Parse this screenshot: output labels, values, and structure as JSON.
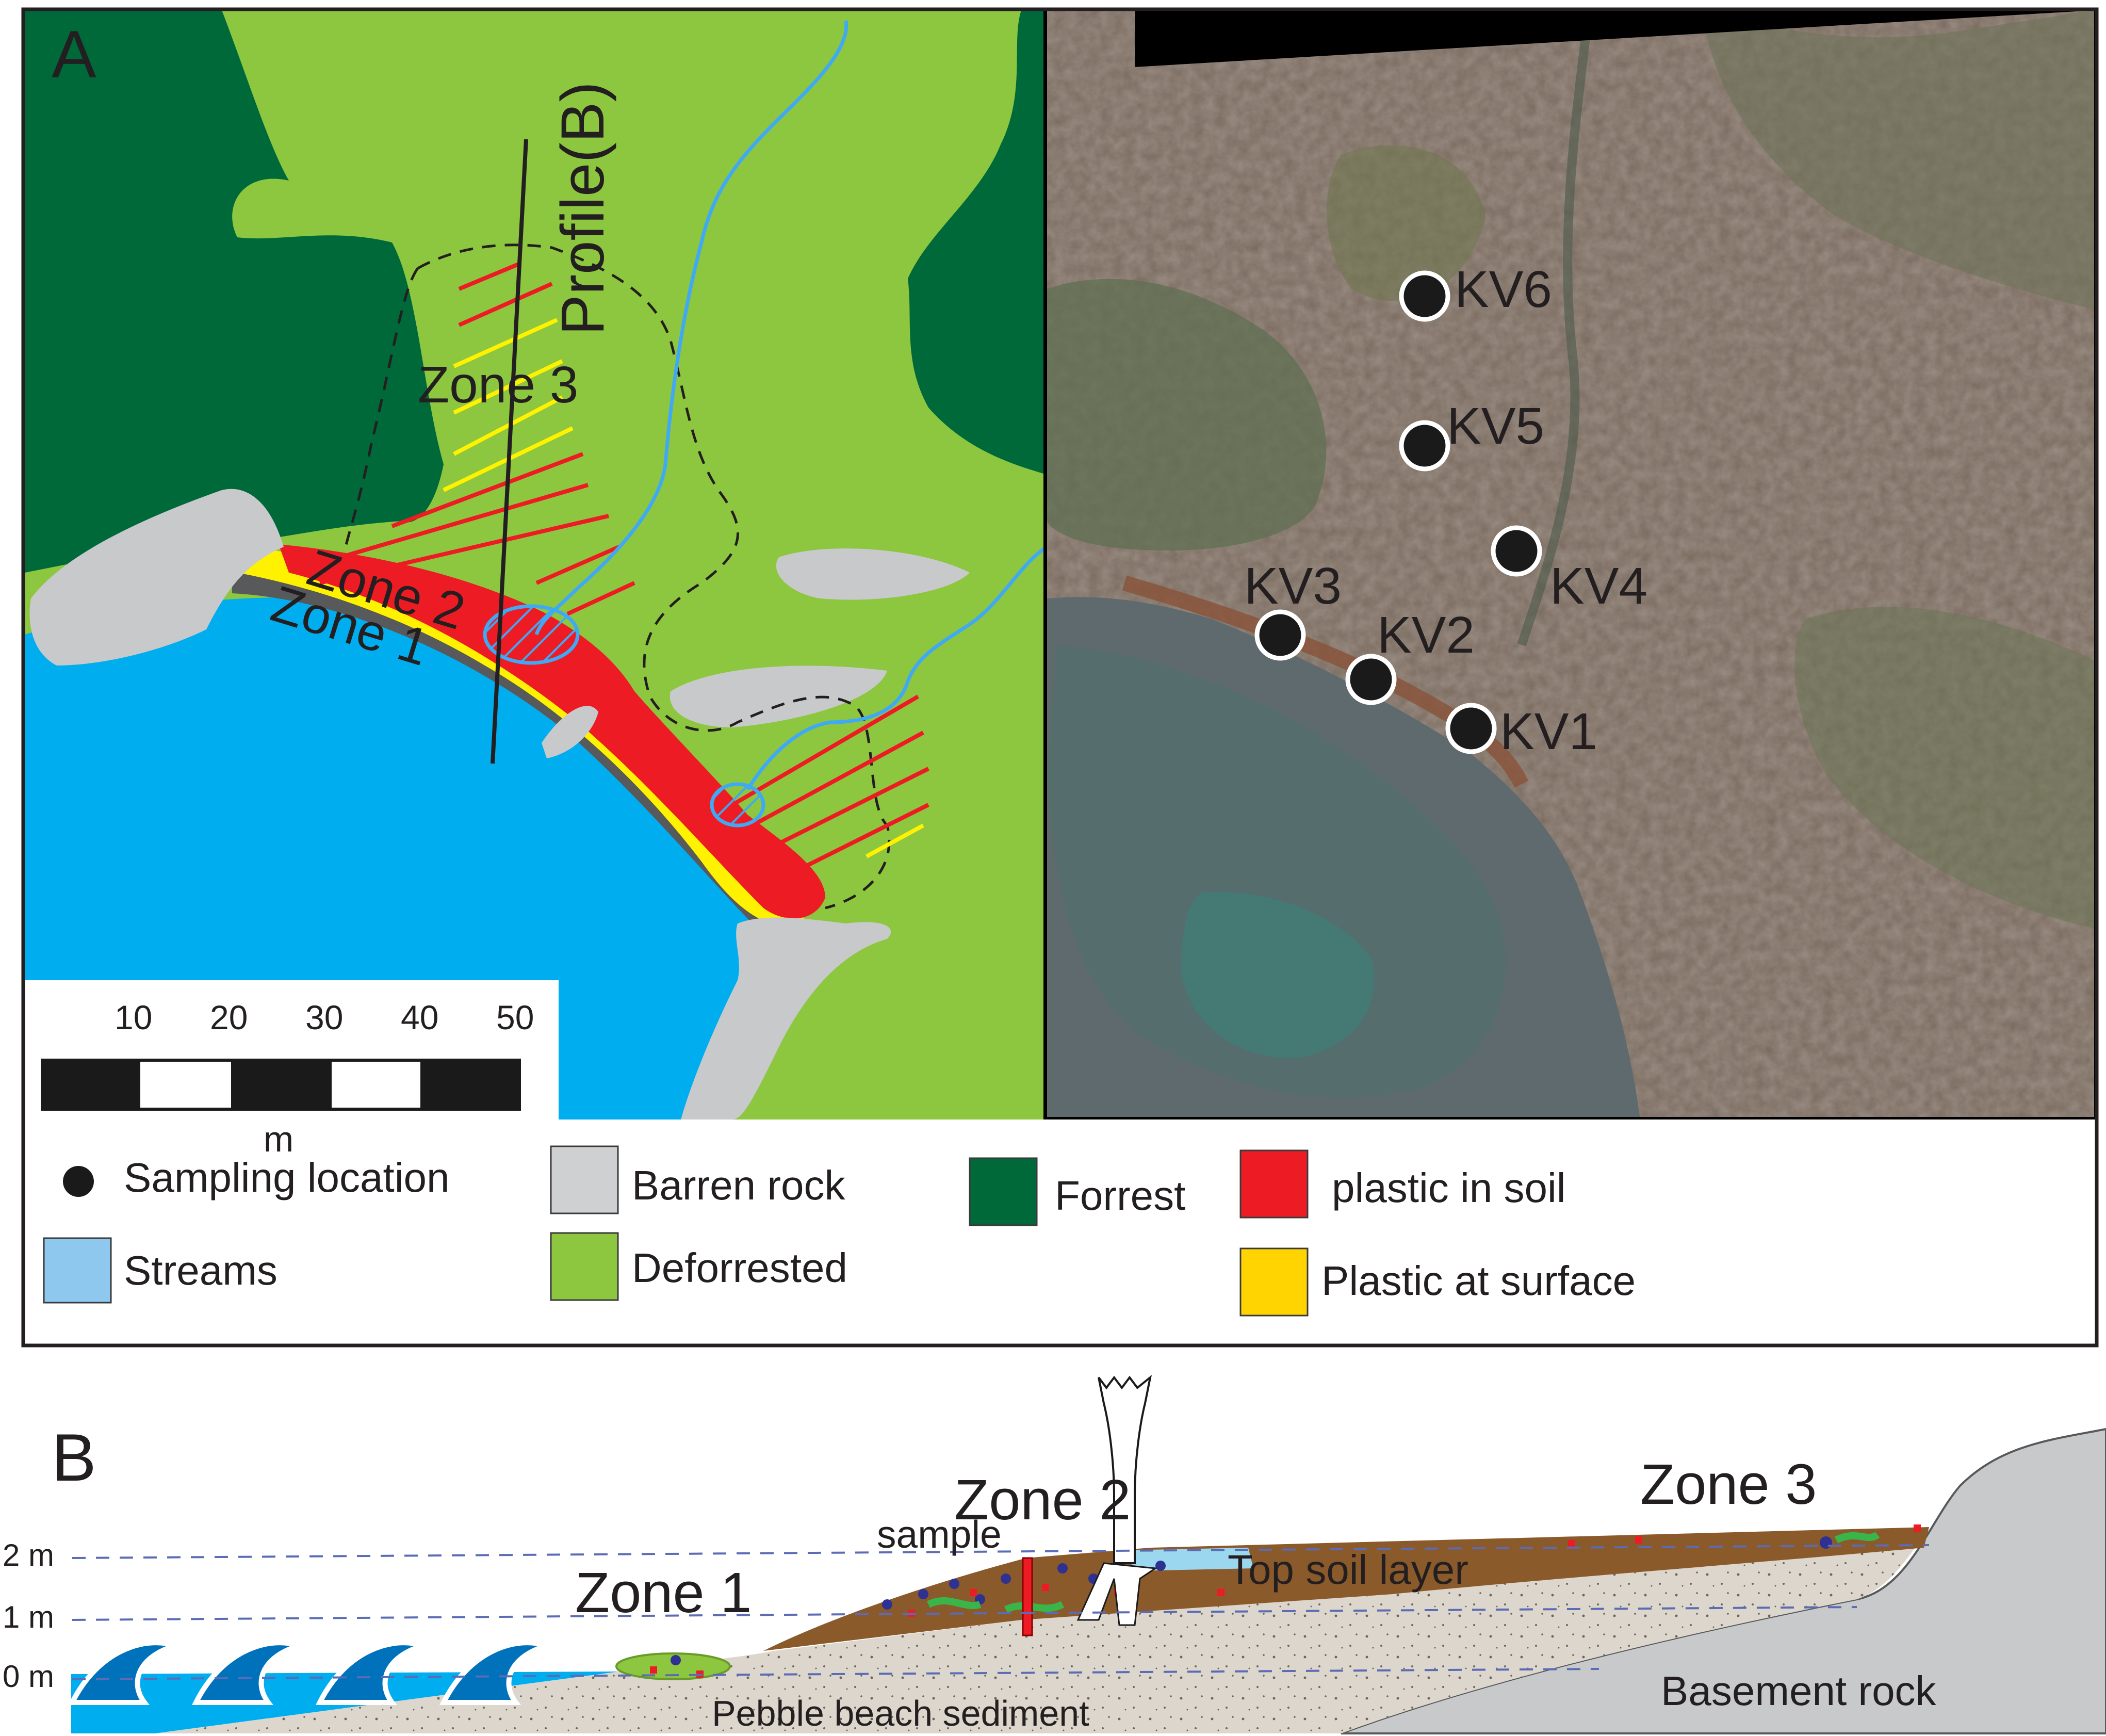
{
  "panel_a": {
    "label": "A",
    "profile_label": "Profile(B)",
    "zone_labels": [
      "Zone 3",
      "Zone 2",
      "Zone 1"
    ],
    "scale_bar": {
      "ticks": [
        "10",
        "20",
        "30",
        "40",
        "50"
      ],
      "unit": "m"
    }
  },
  "sampling_points": [
    {
      "label": "KV6"
    },
    {
      "label": "KV5"
    },
    {
      "label": "KV4"
    },
    {
      "label": "KV3"
    },
    {
      "label": "KV2"
    },
    {
      "label": "KV1"
    }
  ],
  "legend": [
    {
      "label": "Sampling location",
      "symbol": "dot",
      "color": "#1a1a1a"
    },
    {
      "label": "Streams",
      "symbol": "box",
      "color": "#8ec8ee"
    },
    {
      "label": "Barren rock",
      "symbol": "box",
      "color": "#cfd0d2"
    },
    {
      "label": "Deforrested",
      "symbol": "box",
      "color": "#8dc63f"
    },
    {
      "label": "Forrest",
      "symbol": "box",
      "color": "#00693a"
    },
    {
      "label": "plastic in soil",
      "symbol": "box",
      "color": "#ed1c24"
    },
    {
      "label": "Plastic at surface",
      "symbol": "box",
      "color": "#ffd400"
    }
  ],
  "panel_b": {
    "label": "B",
    "elevations": [
      "2 m",
      "1 m",
      "0 m"
    ],
    "zone_labels": [
      "Zone 1",
      "Zone 2",
      "Zone 3"
    ],
    "sample_label": "sample",
    "annotations": [
      "Top soil layer",
      "Pebble beach sediment",
      "Basement rock"
    ]
  },
  "colors": {
    "water": "#00aeef",
    "deforested": "#8dc63f",
    "forest": "#00693a",
    "barren_rock": "#c8c9cb",
    "plastic_in_soil": "#ed1c24",
    "plastic_at_surface": "#fff200",
    "stream": "#3fa9f5",
    "soil": "#8b5a2b",
    "sediment": "#dcd6cc"
  }
}
